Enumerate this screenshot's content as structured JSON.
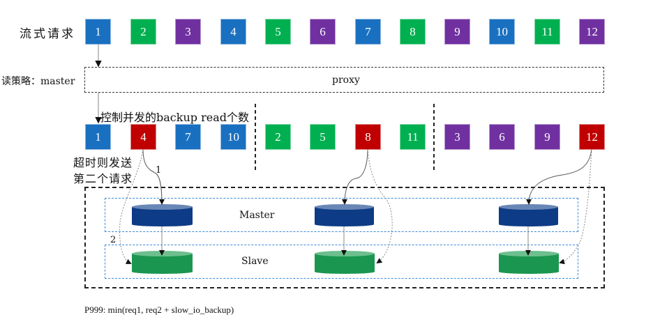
{
  "colors": {
    "blue": "#1a70c0",
    "green": "#00b050",
    "purple": "#7030a0",
    "red": "#c00000",
    "master_db": "#0d3b86",
    "master_db_top": "#6987b6",
    "slave_db": "#1a9650",
    "slave_db_top": "#6dbf8e",
    "group_border": "#3b8ad6"
  },
  "labels": {
    "stream_requests": "流式请求",
    "read_policy": "读策略：master",
    "proxy": "proxy",
    "concurrency_note": "控制并发的backup read个数",
    "timeout_note_line1": "超时则发送",
    "timeout_note_line2": "第二个请求",
    "path_1": "1",
    "path_2": "2",
    "master": "Master",
    "slave": "Slave",
    "formula": "P999: min(req1, req2 + slow_io_backup)"
  },
  "stream_requests": [
    {
      "id": "1",
      "color": "blue"
    },
    {
      "id": "2",
      "color": "green"
    },
    {
      "id": "3",
      "color": "purple"
    },
    {
      "id": "4",
      "color": "blue"
    },
    {
      "id": "5",
      "color": "green"
    },
    {
      "id": "6",
      "color": "purple"
    },
    {
      "id": "7",
      "color": "blue"
    },
    {
      "id": "8",
      "color": "green"
    },
    {
      "id": "9",
      "color": "purple"
    },
    {
      "id": "10",
      "color": "blue"
    },
    {
      "id": "11",
      "color": "green"
    },
    {
      "id": "12",
      "color": "purple"
    }
  ],
  "routed_requests": [
    {
      "id": "1",
      "color": "blue"
    },
    {
      "id": "4",
      "color": "red"
    },
    {
      "id": "7",
      "color": "blue"
    },
    {
      "id": "10",
      "color": "blue"
    },
    {
      "id": "2",
      "color": "green"
    },
    {
      "id": "5",
      "color": "green"
    },
    {
      "id": "8",
      "color": "red"
    },
    {
      "id": "11",
      "color": "green"
    },
    {
      "id": "3",
      "color": "purple"
    },
    {
      "id": "6",
      "color": "purple"
    },
    {
      "id": "9",
      "color": "purple"
    },
    {
      "id": "12",
      "color": "red"
    }
  ]
}
